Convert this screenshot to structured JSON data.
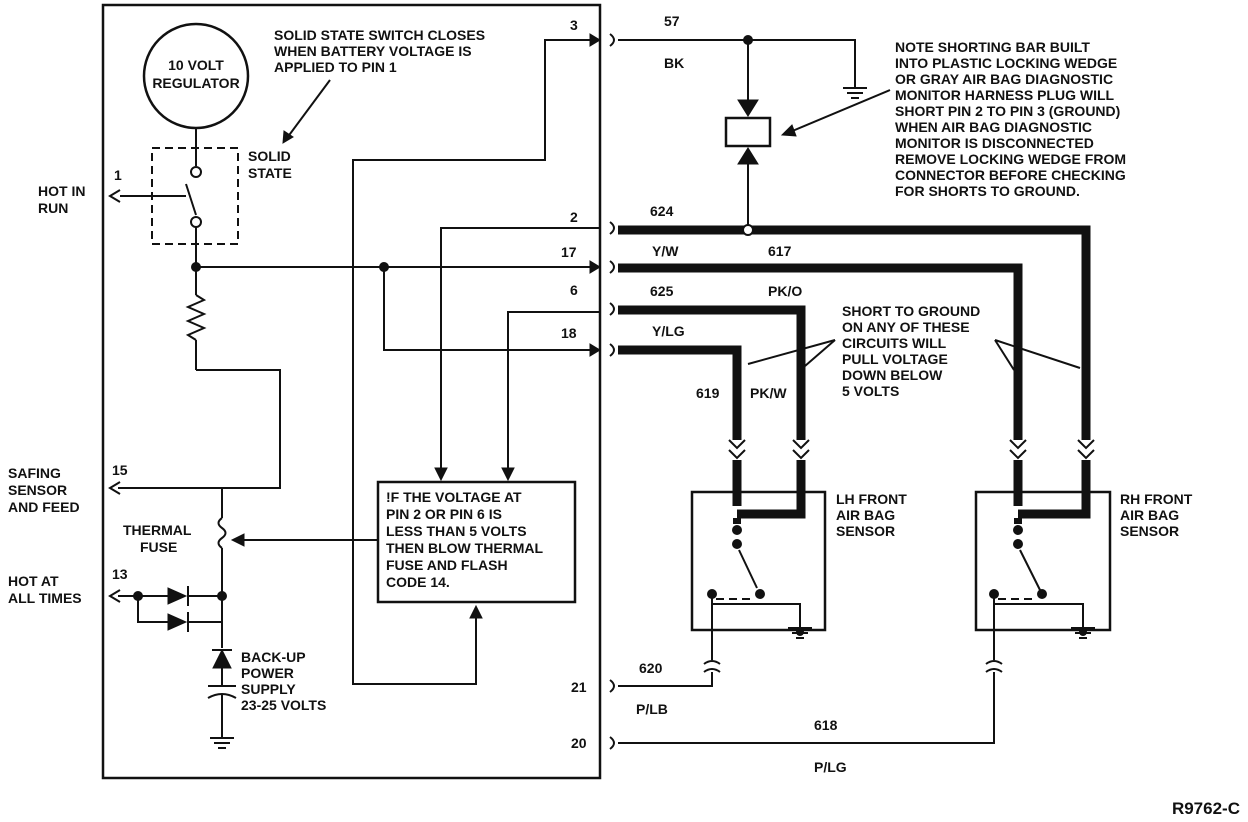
{
  "title": "",
  "figure_id": "R9762-C",
  "components": {
    "regulator": "10 VOLT REGULATOR",
    "solid_state_note": [
      "SOLID STATE SWITCH CLOSES",
      "WHEN BATTERY VOLTAGE IS",
      "APPLIED TO PIN 1"
    ],
    "solid_state_label": [
      "SOLID",
      "STATE"
    ],
    "thermal_fuse": [
      "THERMAL",
      "FUSE"
    ],
    "backup_supply": [
      "BACK-UP",
      "POWER",
      "SUPPLY",
      "23-25 VOLTS"
    ],
    "logic_note": [
      "!F THE VOLTAGE AT",
      "PIN 2 OR PIN 6 IS",
      "LESS THAN 5 VOLTS",
      "THEN BLOW THERMAL",
      "FUSE AND FLASH",
      "CODE 14."
    ],
    "lh_sensor": [
      "LH FRONT",
      "AIR BAG",
      "SENSOR"
    ],
    "rh_sensor": [
      "RH FRONT",
      "AIR BAG",
      "SENSOR"
    ],
    "shorting_note": [
      "NOTE SHORTING BAR BUILT",
      "INTO PLASTIC LOCKING WEDGE",
      "OR GRAY AIR BAG DIAGNOSTIC",
      "MONITOR HARNESS PLUG WILL",
      "SHORT PIN 2 TO PIN 3 (GROUND)",
      "WHEN AIR BAG DIAGNOSTIC",
      "MONITOR IS DISCONNECTED",
      "REMOVE LOCKING WEDGE FROM",
      "CONNECTOR BEFORE CHECKING",
      "FOR SHORTS TO GROUND."
    ],
    "short_note": [
      "SHORT TO GROUND",
      "ON ANY OF THESE",
      "CIRCUITS WILL",
      "PULL VOLTAGE",
      "DOWN BELOW",
      "5 VOLTS"
    ]
  },
  "left_terminals": {
    "hot_in_run": {
      "pin": "1",
      "label": [
        "HOT IN",
        "RUN"
      ]
    },
    "safing": {
      "pin": "15",
      "label": [
        "SAFING",
        "SENSOR",
        "AND FEED"
      ]
    },
    "hot_at_all_times": {
      "pin": "13",
      "label": [
        "HOT AT",
        "ALL TIMES"
      ]
    }
  },
  "pins": {
    "p3": "3",
    "p2": "2",
    "p17": "17",
    "p6": "6",
    "p18": "18",
    "p21": "21",
    "p20": "20"
  },
  "circuits": {
    "c57": "57",
    "bk": "BK",
    "c624": "624",
    "yw": "Y/W",
    "c617": "617",
    "c625": "625",
    "pko": "PK/O",
    "ylg": "Y/LG",
    "c619": "619",
    "pkw": "PK/W",
    "c620": "620",
    "plb": "P/LB",
    "c618": "618",
    "plg": "P/LG"
  }
}
